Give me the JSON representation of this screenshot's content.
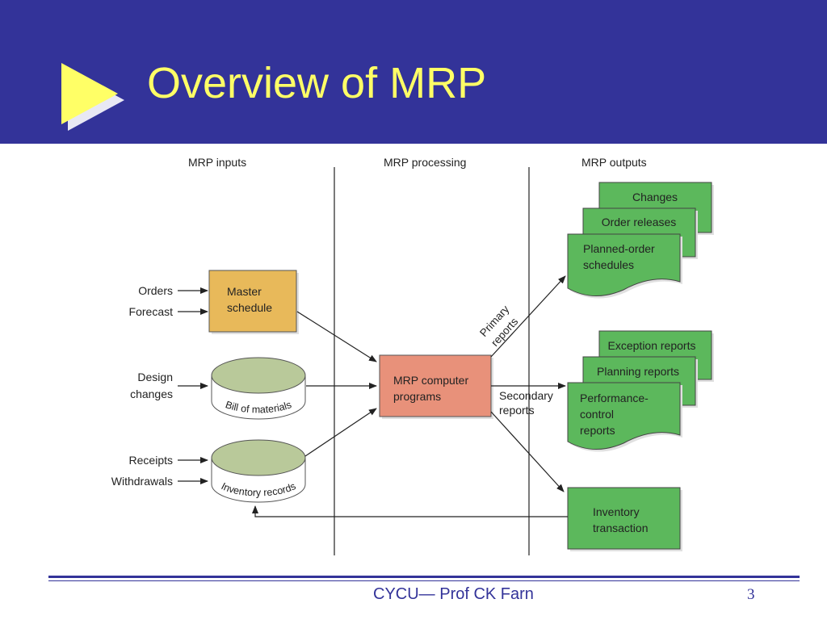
{
  "slide": {
    "title": "Overview of MRP",
    "footer": "CYCU— Prof CK Farn",
    "page_number": "3"
  },
  "colors": {
    "header_bg": "#333399",
    "title_color": "#ffff66",
    "master_schedule": "#e8b95a",
    "mrp_programs": "#e8917a",
    "records": "#b9c99a",
    "outputs": "#5cb85c"
  },
  "diagram": {
    "columns": {
      "inputs": "MRP inputs",
      "processing": "MRP processing",
      "outputs": "MRP outputs"
    },
    "inputs": {
      "orders": "Orders",
      "forecast": "Forecast",
      "design_changes_1": "Design",
      "design_changes_2": "changes",
      "receipts": "Receipts",
      "withdrawals": "Withdrawals"
    },
    "master_schedule": [
      "Master",
      "schedule"
    ],
    "bill_of_materials": "Bill of materials",
    "inventory_records": "Inventory records",
    "mrp_programs": [
      "MRP computer",
      "programs"
    ],
    "primary_reports": [
      "Primary",
      "reports"
    ],
    "secondary_reports": [
      "Secondary",
      "reports"
    ],
    "primary_outputs": {
      "changes": "Changes",
      "order_releases": "Order releases",
      "planned_order": [
        "Planned-order",
        "schedules"
      ]
    },
    "secondary_outputs": {
      "exception": "Exception reports",
      "planning": "Planning reports",
      "performance": [
        "Performance-",
        "control",
        "reports"
      ]
    },
    "inventory_transaction": [
      "Inventory",
      "transaction"
    ]
  }
}
